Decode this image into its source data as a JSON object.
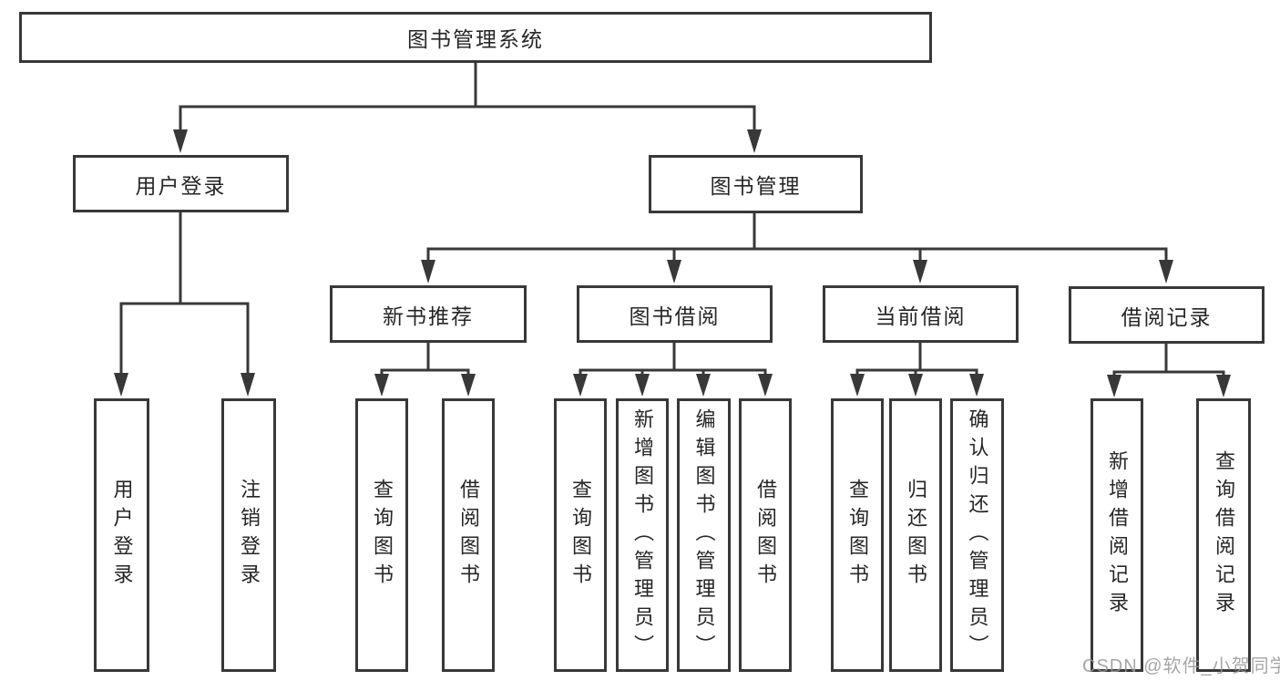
{
  "diagram": {
    "root": {
      "label": "图书管理系统"
    },
    "level1": {
      "user_login": {
        "label": "用户登录"
      },
      "book_management": {
        "label": "图书管理"
      }
    },
    "level2": {
      "new_book_recommend": {
        "label": "新书推荐"
      },
      "book_borrow": {
        "label": "图书借阅"
      },
      "current_borrow": {
        "label": "当前借阅"
      },
      "borrow_record": {
        "label": "借阅记录"
      }
    },
    "leaves": {
      "user_login": {
        "label": "用户登录"
      },
      "logout": {
        "label": "注销登录"
      },
      "query_book_recommend": {
        "label": "查询图书"
      },
      "borrow_book_recommend": {
        "label": "借阅图书"
      },
      "query_book_borrow": {
        "label": "查询图书"
      },
      "add_book_admin": {
        "label": "新增图书（管理员）"
      },
      "edit_book_admin": {
        "label": "编辑图书（管理员）"
      },
      "borrow_book_borrow": {
        "label": "借阅图书"
      },
      "query_book_current": {
        "label": "查询图书"
      },
      "return_book": {
        "label": "归还图书"
      },
      "confirm_return_admin": {
        "label": "确认归还（管理员）"
      },
      "add_borrow_record": {
        "label": "新增借阅记录"
      },
      "query_borrow_record": {
        "label": "查询借阅记录"
      }
    }
  },
  "watermark": {
    "text": "CSDN @软件_小贺同学"
  },
  "colors": {
    "line": "#383838",
    "text": "#262626",
    "box_background": "#ffffff",
    "watermark": "#969696"
  }
}
